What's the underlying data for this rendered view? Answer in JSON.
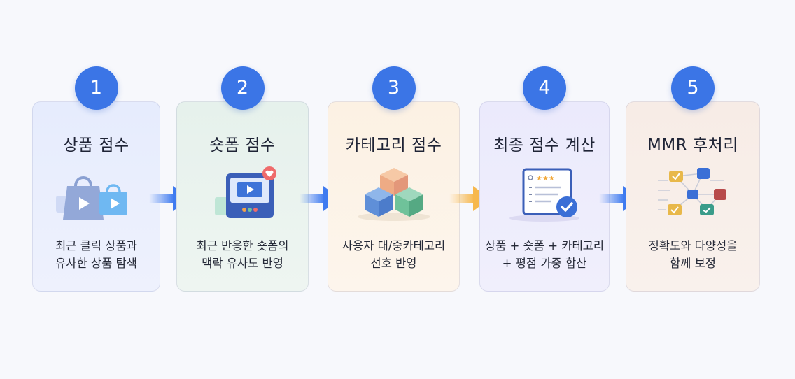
{
  "steps": [
    {
      "number": "1",
      "title": "상품 점수",
      "desc_line1": "최근 클릭 상품과",
      "desc_line2": "유사한 상품 탐색",
      "icon": "shopping-bag-video-icon"
    },
    {
      "number": "2",
      "title": "숏폼 점수",
      "desc_line1": "최근 반응한 숏폼의",
      "desc_line2": "맥락 유사도 반영",
      "icon": "short-video-player-heart-icon"
    },
    {
      "number": "3",
      "title": "카테고리 점수",
      "desc_line1": "사용자 대/중카테고리",
      "desc_line2": "선호 반영",
      "icon": "stacked-cubes-icon"
    },
    {
      "number": "4",
      "title": "최종 점수 계산",
      "desc_line1": "상품 + 숏폼 + 카테고리",
      "desc_line2": "+ 평점 가중 합산",
      "icon": "rating-checklist-icon"
    },
    {
      "number": "5",
      "title": "MMR 후처리",
      "desc_line1": "정확도와 다양성을",
      "desc_line2": "함께 보정",
      "icon": "diverse-node-network-icon"
    }
  ],
  "colors": {
    "badge": "#3b75e6",
    "arrow_blue": "#3f7bf0",
    "arrow_orange": "#f7b84d"
  }
}
